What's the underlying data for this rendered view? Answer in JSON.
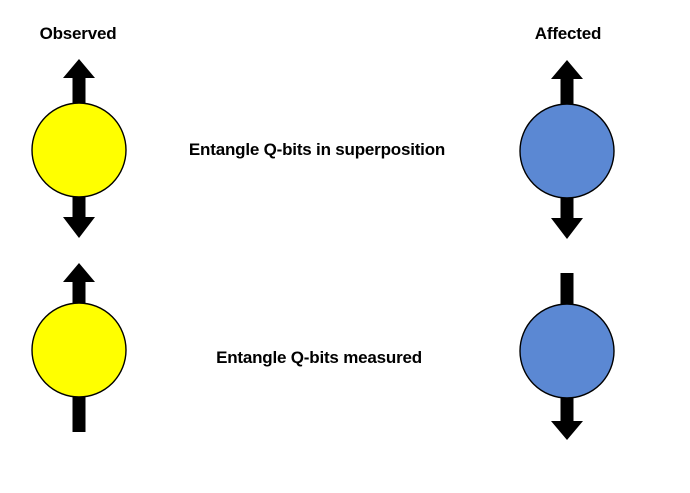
{
  "header": {
    "observed_label": "Observed",
    "affected_label": "Affected"
  },
  "rows": [
    {
      "caption": "Entangle Q-bits in superposition",
      "left": {
        "qbit": "observed-qbit-superposition",
        "color": "#FFFF00",
        "spins": [
          "up",
          "down"
        ]
      },
      "right": {
        "qbit": "affected-qbit-superposition",
        "color": "#5B88D3",
        "spins": [
          "up",
          "down"
        ]
      }
    },
    {
      "caption": "Entangle Q-bits measured",
      "left": {
        "qbit": "observed-qbit-measured",
        "color": "#FFFF00",
        "spins": [
          "up"
        ]
      },
      "right": {
        "qbit": "affected-qbit-measured",
        "color": "#5B88D3",
        "spins": [
          "down"
        ]
      }
    }
  ],
  "colors": {
    "background": "#FFFFFF",
    "arrow": "#000000",
    "outline": "#000000",
    "observed_qbit": "#FFFF00",
    "affected_qbit": "#5B88D3",
    "text": "#000000"
  }
}
